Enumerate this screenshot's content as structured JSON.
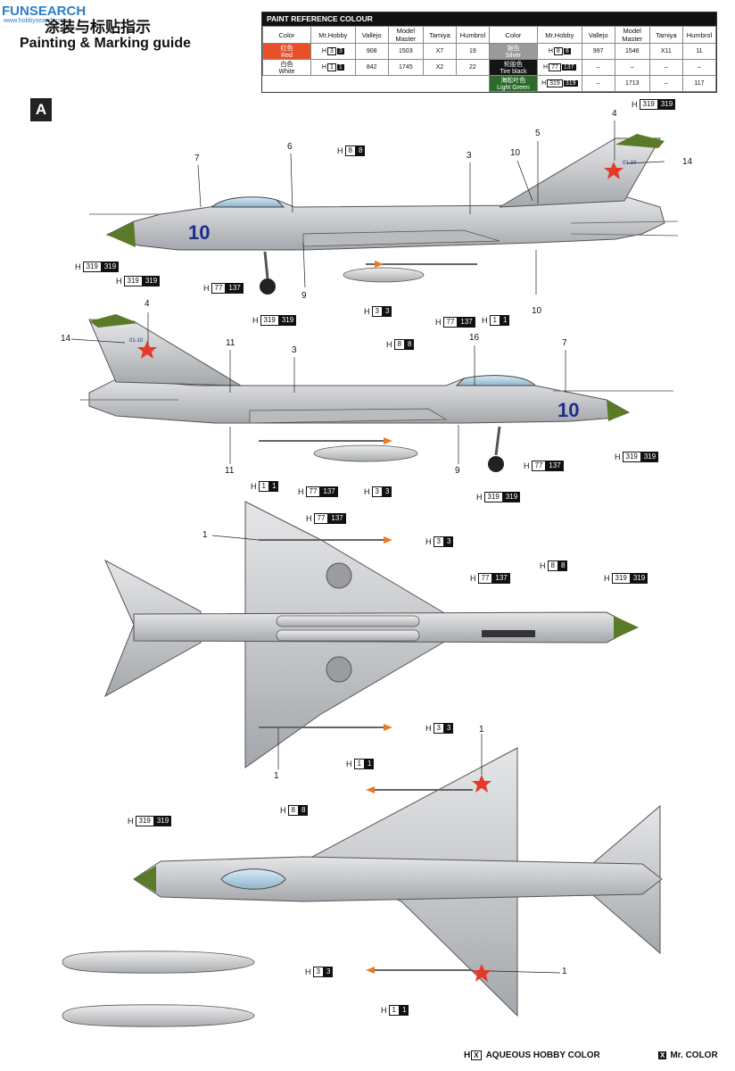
{
  "watermark": {
    "text": "FUNSEARCH",
    "sub": "www.hobbysearch.com"
  },
  "header": {
    "title_cn": "涂装与标贴指示",
    "title_en": "Painting & Marking guide"
  },
  "panel_label": "A",
  "paint_table": {
    "heading": "PAINT REFERENCE COLOUR",
    "columns": [
      "Color",
      "Mr.Hobby",
      "Vallejo",
      "Model Master",
      "Tamiya",
      "Humbrol"
    ],
    "left_rows": [
      {
        "cn": "红色",
        "en": "Red",
        "h": "3",
        "m": "3",
        "vallejo": "908",
        "model_master": "1503",
        "tamiya": "X7",
        "humbrol": "19",
        "swatch": "#e8502a"
      },
      {
        "cn": "白色",
        "en": "White",
        "h": "1",
        "m": "1",
        "vallejo": "842",
        "model_master": "1745",
        "tamiya": "X2",
        "humbrol": "22",
        "swatch": "#ffffff"
      }
    ],
    "right_rows": [
      {
        "cn": "银色",
        "en": "Silver",
        "h": "8",
        "m": "8",
        "vallejo": "997",
        "model_master": "1546",
        "tamiya": "X11",
        "humbrol": "11",
        "swatch": "#9a9a9a"
      },
      {
        "cn": "轮胎色",
        "en": "Tire black",
        "h": "77",
        "m": "137",
        "vallejo": "–",
        "model_master": "–",
        "tamiya": "–",
        "humbrol": "–",
        "swatch": "#151515"
      },
      {
        "cn": "海松叶色",
        "en": "Light Green",
        "h": "319",
        "m": "319",
        "vallejo": "–",
        "model_master": "1713",
        "tamiya": "–",
        "humbrol": "117",
        "swatch": "#2d6b2a"
      }
    ]
  },
  "colors": {
    "silver": "#c9cbcd",
    "nose_green": "#5a7a2a",
    "star_red": "#e43a2a",
    "code_blue": "#1f2d8a"
  },
  "aircraft": {
    "side_number": "10",
    "tail_code": "01-10"
  },
  "callouts": {
    "s1_7": "7",
    "s1_6": "6",
    "s1_3": "3",
    "s1_10a": "10",
    "s1_5": "5",
    "s1_4": "4",
    "s1_14": "14",
    "s1_9": "9",
    "s1_10b": "10",
    "s2_4": "4",
    "s2_14": "14",
    "s2_11a": "11",
    "s2_3": "3",
    "s2_16": "16",
    "s2_7": "7",
    "s2_11b": "11",
    "s2_9": "9",
    "b_1a": "1",
    "b_1b": "1",
    "t_1a": "1",
    "t_1b": "1"
  },
  "paint_labels": {
    "h": "H",
    "c319": "319",
    "c8": "8",
    "c77": "77",
    "c137": "137",
    "c3": "3",
    "c1": "1"
  },
  "footer": {
    "aqueous": "AQUEOUS HOBBY COLOR",
    "mr_color": "Mr. COLOR",
    "h_glyph": "H",
    "box_glyph": "X"
  }
}
